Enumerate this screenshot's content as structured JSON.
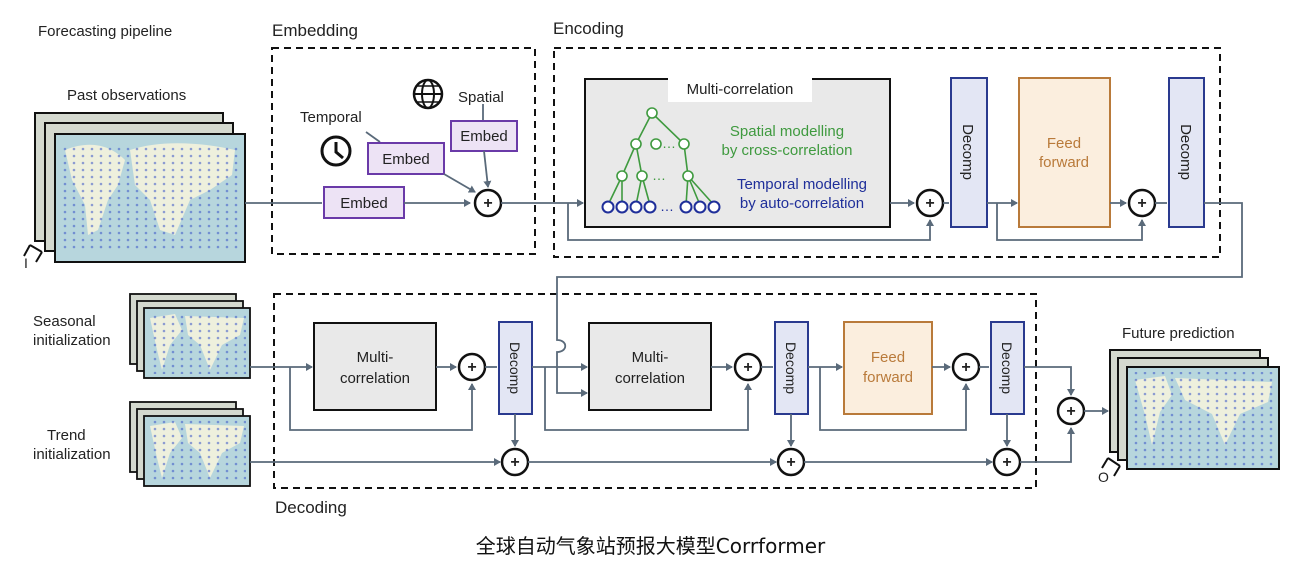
{
  "pipeline_title": "Forecasting pipeline",
  "sections": {
    "embedding": "Embedding",
    "encoding": "Encoding",
    "decoding": "Decoding"
  },
  "inputs": {
    "past": "Past observations",
    "seasonal": [
      "Seasonal",
      "initialization"
    ],
    "trend": [
      "Trend",
      "initialization"
    ],
    "past_dim": "I"
  },
  "output": {
    "label": "Future prediction",
    "dim": "O"
  },
  "embed": {
    "temporal": "Temporal",
    "spatial": "Spatial",
    "embed_label": "Embed"
  },
  "multi_correlation": {
    "title": "Multi-correlation",
    "spatial": [
      "Spatial modelling",
      "by cross-correlation"
    ],
    "temporal": [
      "Temporal modelling",
      "by auto-correlation"
    ],
    "dec_label": [
      "Multi-",
      "correlation"
    ]
  },
  "decomp_label": "Decomp",
  "feed_forward": [
    "Feed",
    "forward"
  ],
  "plus": "+",
  "caption": "全球自动气象站预报大模型Corrformer",
  "colors": {
    "embed": "#6a3aa8",
    "decomp": "#2a3a8f",
    "feed": "#b97a3a",
    "spatial_text": "#3f9a3f",
    "temporal_text": "#1f2f9a",
    "line": "#5a6a7a"
  }
}
